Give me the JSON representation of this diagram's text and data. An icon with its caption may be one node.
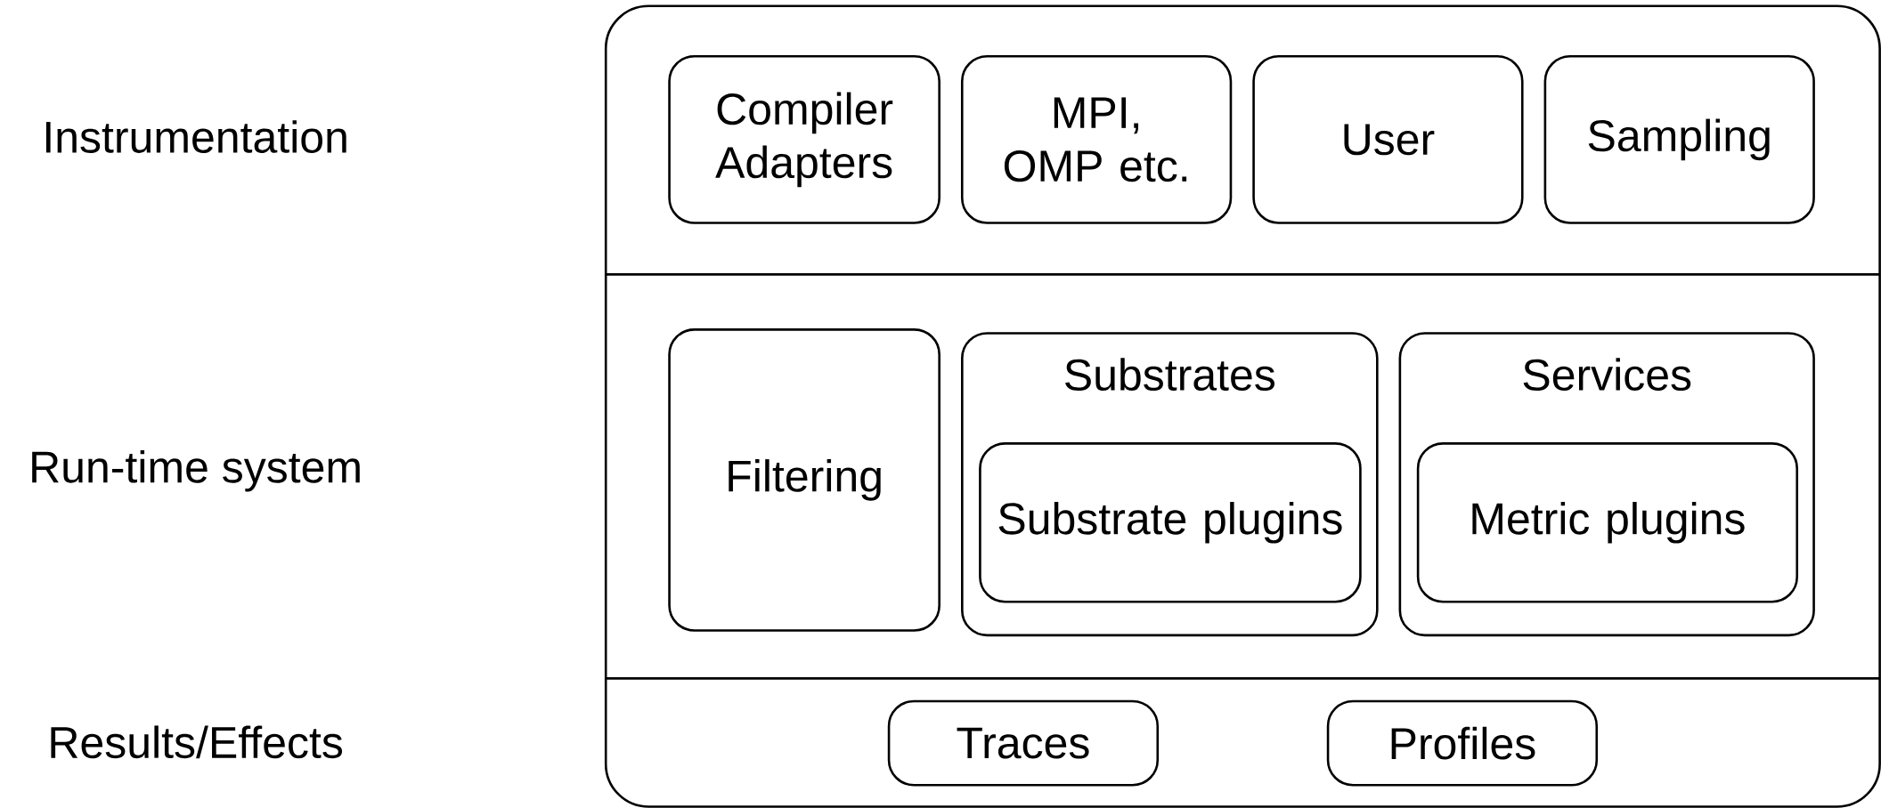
{
  "diagram": {
    "nodes": [
      {
        "text": [],
        "shape": "box"
      },
      {
        "text": [
          "Compiler Adapters"
        ],
        "in": 0
      },
      {
        "text": [
          "MPI, OMP etc."
        ],
        "in": 0
      },
      {
        "text": [
          "User"
        ],
        "in": 0
      },
      {
        "text": [
          "Sampling"
        ],
        "in": 0
      },
      {
        "text": [
          "Filtering"
        ],
        "in": 0
      },
      {
        "text": [
          "Substrates"
        ],
        "in": 0
      },
      {
        "text": [
          "Substrate plugins"
        ],
        "in": 6
      },
      {
        "text": [
          "Services"
        ],
        "in": 0
      },
      {
        "text": [
          "Metric plugins"
        ],
        "in": 8
      },
      {
        "text": [
          "Traces"
        ],
        "in": 0
      },
      {
        "text": [
          "Profiles"
        ],
        "in": 0
      }
    ],
    "labels": [
      "Instrumentation",
      "Run-time system",
      "Results/Effects"
    ]
  }
}
